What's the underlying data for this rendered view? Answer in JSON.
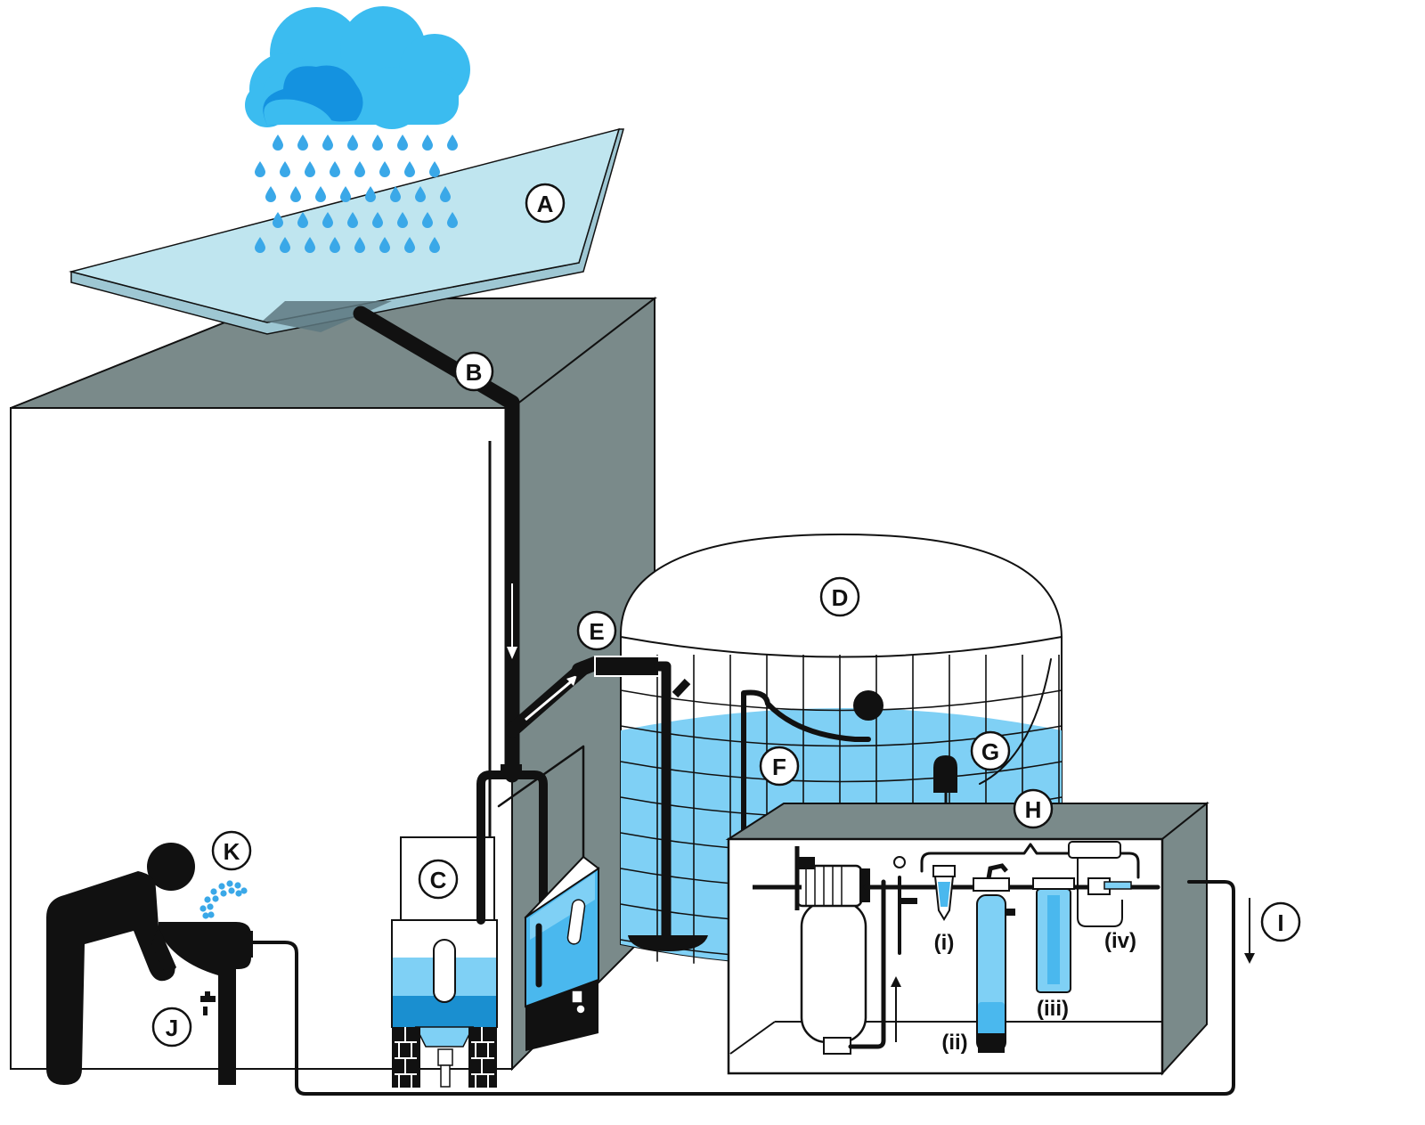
{
  "colors": {
    "cloud_light": "#3bbcf0",
    "cloud_dark": "#1492e0",
    "raindrop": "#3aa8e8",
    "roof_panel": "#bfe5ef",
    "wall_grey": "#7a8a8a",
    "water_light": "#7fd0f5",
    "water_mid": "#4ab8ee",
    "water_dark": "#1a8fd0",
    "pipe": "#111111"
  },
  "labels": {
    "A": "A",
    "B": "B",
    "C": "C",
    "D": "D",
    "E": "E",
    "F": "F",
    "G": "G",
    "H": "H",
    "I": "I",
    "J": "J",
    "K": "K"
  },
  "sub_labels": {
    "i": "(i)",
    "ii": "(ii)",
    "iii": "(iii)",
    "iv": "(iv)"
  },
  "icons": {
    "cloud": "cloud-icon",
    "rain": "raindrops-icon",
    "person": "person-drinking-icon",
    "fountain": "drinking-fountain-icon",
    "pump": "pump-icon",
    "arrow": "flow-arrow-icon"
  }
}
